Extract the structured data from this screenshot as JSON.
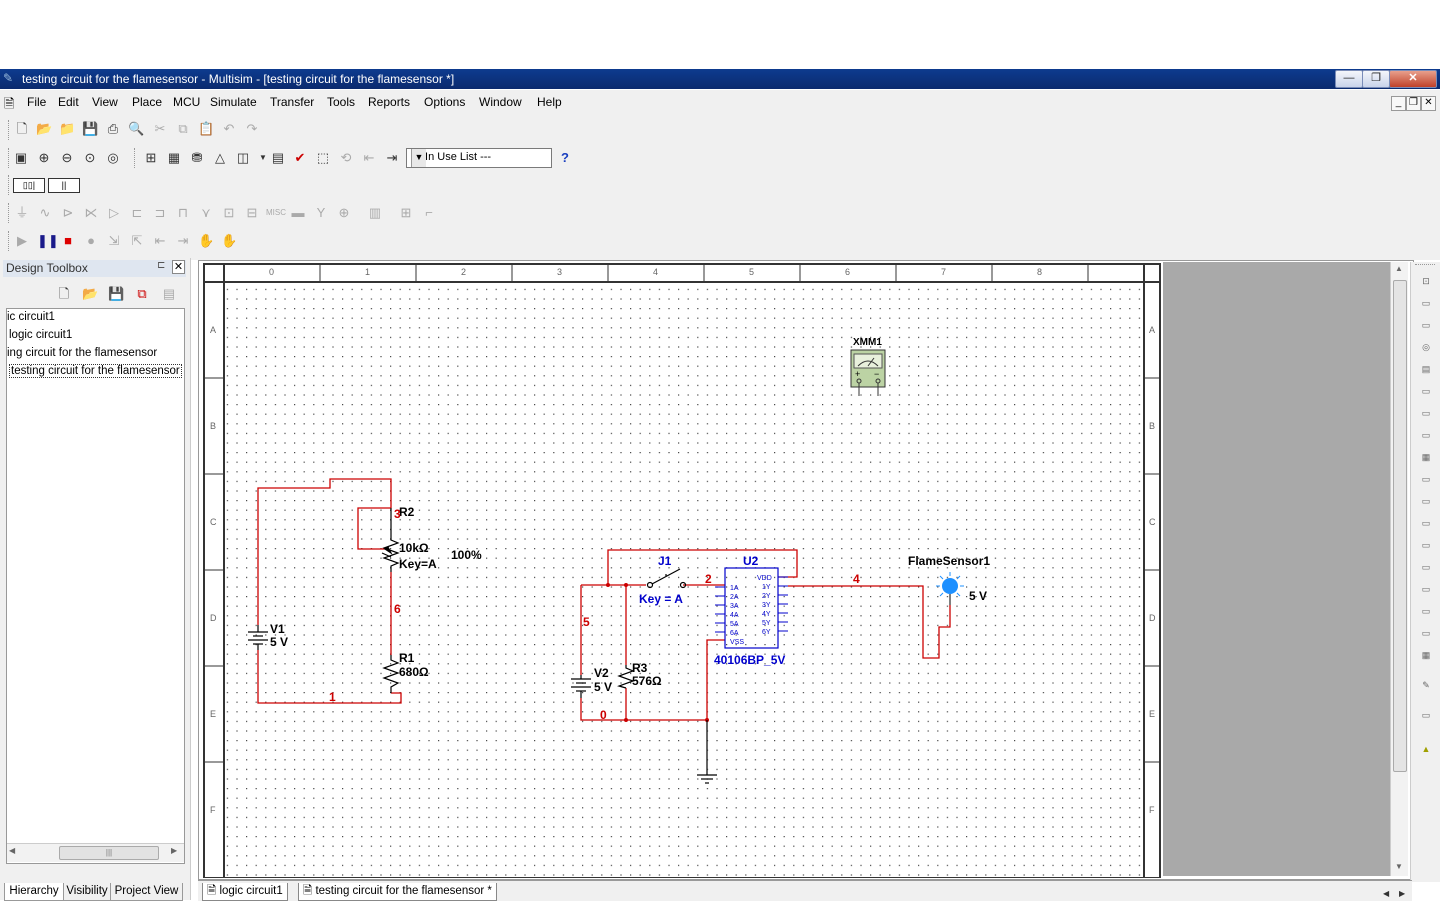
{
  "window": {
    "title": "testing circuit for the flamesensor - Multisim - [testing circuit for the flamesensor *]"
  },
  "menu": [
    "File",
    "Edit",
    "View",
    "Place",
    "MCU",
    "Simulate",
    "Transfer",
    "Tools",
    "Reports",
    "Options",
    "Window",
    "Help"
  ],
  "toolbar": {
    "in_use_list": "--- In Use List ---",
    "help_glyph": "?"
  },
  "design_toolbox": {
    "title": "Design Toolbox",
    "items": [
      {
        "label": "ic circuit1"
      },
      {
        "label": "logic circuit1"
      },
      {
        "label": "ing circuit for the flamesensor"
      },
      {
        "label": "testing circuit for the flamesensor"
      }
    ],
    "tabs": [
      "Hierarchy",
      "Visibility",
      "Project View"
    ]
  },
  "document_tabs": [
    "logic circuit1",
    "testing circuit for the flamesensor *"
  ],
  "schematic": {
    "ruler_top": [
      "0",
      "1",
      "2",
      "3",
      "4",
      "5",
      "6",
      "7",
      "8"
    ],
    "ruler_side": [
      "A",
      "B",
      "C",
      "D",
      "E",
      "F"
    ],
    "multimeter": "XMM1",
    "r2": {
      "name": "R2",
      "value": "10kΩ",
      "key": "Key=A",
      "percent": "100%"
    },
    "v1": {
      "name": "V1",
      "value": "5 V"
    },
    "r1": {
      "name": "R1",
      "value": "680Ω"
    },
    "v2": {
      "name": "V2",
      "value": "5 V"
    },
    "r3": {
      "name": "R3",
      "value": "576Ω"
    },
    "j1": {
      "name": "J1",
      "key": "Key = A"
    },
    "u2": {
      "name": "U2",
      "part": "40106BP_5V",
      "pins_left": [
        "1A",
        "2A",
        "3A",
        "4A",
        "5A",
        "6A",
        "VSS"
      ],
      "pins_right": [
        "VDD",
        "1Y",
        "2Y",
        "3Y",
        "4Y",
        "5Y",
        "6Y"
      ]
    },
    "flame": {
      "name": "FlameSensor1",
      "value": "5 V"
    },
    "nets": {
      "n1": "1",
      "n2": "2",
      "n3": "3",
      "n4": "4",
      "n5": "5",
      "n6": "6",
      "n0": "0"
    }
  },
  "colors": {
    "wire": "#cc0000",
    "component": "#000000",
    "part_blue": "#0000cc",
    "probe": "#1e90ff"
  }
}
